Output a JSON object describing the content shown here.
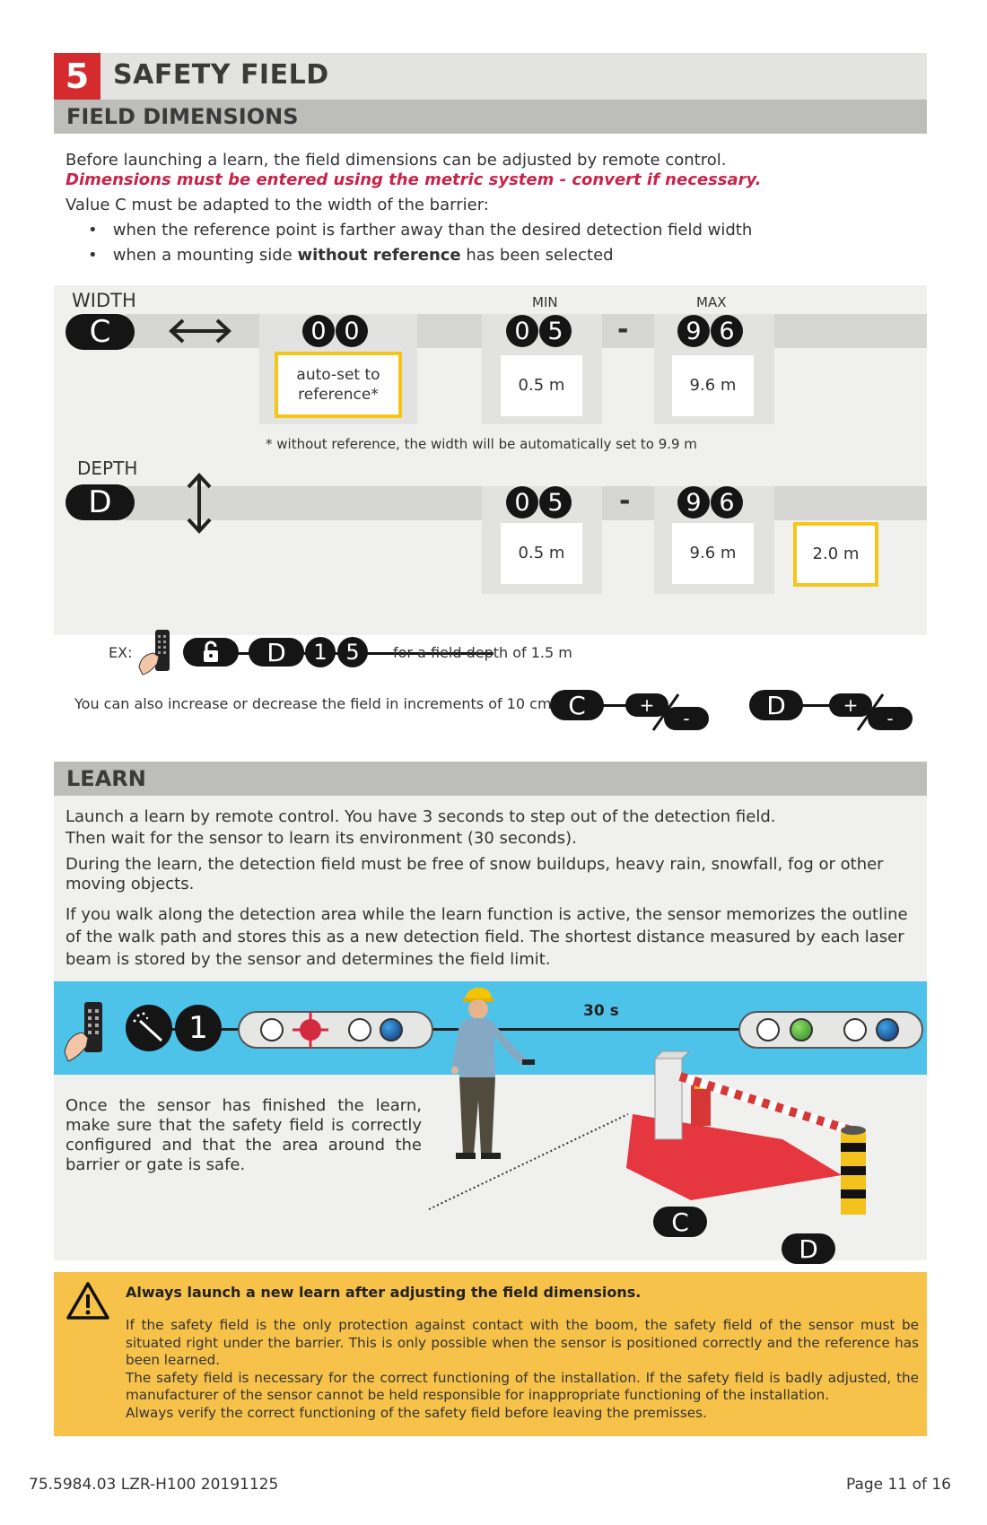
{
  "section": {
    "number": "5",
    "title": "SAFETY FIELD"
  },
  "dimensions": {
    "heading": "FIELD DIMENSIONS",
    "intro": "Before launching a learn, the field dimensions can be adjusted by remote control.",
    "metric_warning": "Dimensions must be entered using the metric system - convert if necessary.",
    "value_c": "Value C must be adapted to the width of the barrier:",
    "bullets": [
      "when the reference point is farther away than the desired detection field width",
      "when a mounting side ",
      "without reference",
      " has been selected"
    ]
  },
  "width": {
    "label": "WIDTH",
    "key": "C",
    "digits": [
      "0",
      "0"
    ],
    "min_label": "MIN",
    "max_label": "MAX",
    "min_digits": [
      "0",
      "5"
    ],
    "max_digits": [
      "9",
      "6"
    ],
    "dash": "-",
    "auto_box": "auto-set to reference*",
    "min_box": "0.5 m",
    "max_box": "9.6 m",
    "footnote": "* without reference, the width will be automatically set to 9.9 m"
  },
  "depth": {
    "label": "DEPTH",
    "key": "D",
    "min_digits": [
      "0",
      "5"
    ],
    "max_digits": [
      "9",
      "6"
    ],
    "dash": "-",
    "min_box": "0.5 m",
    "max_box": "9.6 m",
    "default_box": "2.0 m"
  },
  "example": {
    "prefix": "EX:",
    "key": "D",
    "digits": [
      "1",
      "5"
    ],
    "text": "for a field depth of 1.5 m",
    "increment_text": "You can also increase or decrease the field in increments of 10 cm:",
    "inc_keys": [
      "C",
      "D"
    ],
    "plus": "+",
    "minus": "-"
  },
  "learn": {
    "heading": "LEARN",
    "p1": "Launch a learn by remote control. You have 3 seconds to step out of the detection field.",
    "p2": "Then wait for the sensor to learn its environment (30 seconds).",
    "p3": "During the learn, the detection field must be free of snow buildups, heavy rain, snowfall, fog or other moving objects.",
    "p4": "If you walk along the detection area while the learn function is active, the sensor memorizes the outline of the walk path and stores this as a new detection field. The shortest distance measured by each laser beam is stored by the sensor and determines the field limit.",
    "step_digit": "1",
    "timer": "30 s",
    "after": "Once the sensor has finished the learn, make sure that the safety field is correctly configured and that the area around the barrier or gate is safe.",
    "labels": [
      "C",
      "D"
    ]
  },
  "warning": {
    "title": "Always launch a new learn after adjusting the field dimensions.",
    "body": [
      "If the safety field is the only protection against contact with the boom, the safety field of the sensor must be situated right under the barrier. This is only possible when the sensor is positioned correctly and the reference has been learned.",
      "The safety field is necessary for the correct functioning of the installation. If the safety field is badly adjusted, the manufacturer of the sensor cannot be held responsible for inappropriate functioning of the installation.",
      "Always verify the correct functioning of the safety field before leaving the premisses."
    ]
  },
  "footer": {
    "doc": "75.5984.03 LZR-H100 20191125",
    "page": "Page 11 of 16"
  },
  "colors": {
    "red": "#d52b2f",
    "yellow": "#f5c518",
    "blue": "#4ec3ea",
    "warning": "#f7c24a"
  }
}
